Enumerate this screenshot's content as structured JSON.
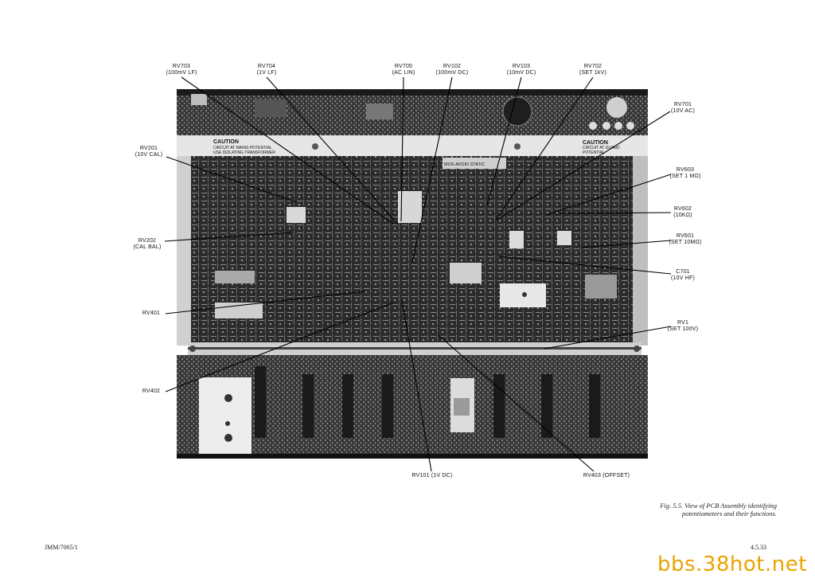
{
  "labels": {
    "rv703": {
      "name": "RV703",
      "func": "(100mV LF)"
    },
    "rv704": {
      "name": "RV704",
      "func": "(1V LF)"
    },
    "rv705": {
      "name": "RV705",
      "func": "(AC LIN)"
    },
    "rv102": {
      "name": "RV102",
      "func": "(100mV DC)"
    },
    "rv103": {
      "name": "RV103",
      "func": "(10mV DC)"
    },
    "rv702": {
      "name": "RV702",
      "func": "(SET 1kV)"
    },
    "rv701": {
      "name": "RV701",
      "func": "(10V AC)"
    },
    "rv201": {
      "name": "RV201",
      "func": "(10V CAL)"
    },
    "rv603": {
      "name": "RV603",
      "func": "(SET 1 MΩ)"
    },
    "rv602": {
      "name": "RV602",
      "func": "(10KΩ)"
    },
    "rv601": {
      "name": "RV601",
      "func": "(SET 10MΩ)"
    },
    "rv202": {
      "name": "RV202",
      "func": "(CAL BAL)"
    },
    "c701": {
      "name": "C701",
      "func": "(10V HF)"
    },
    "rv401": {
      "name": "RV401"
    },
    "rv1": {
      "name": "RV1",
      "func": "(SET 100V)"
    },
    "rv402": {
      "name": "RV402"
    },
    "rv101": {
      "name": "RV101 (1V DC)"
    },
    "rv403": {
      "name": "RV403 (OFFSET)"
    }
  },
  "photo_text": {
    "caution_left": "CAUTION",
    "caution_left_sub1": "CIRCUIT AT MAINS POTENTIAL",
    "caution_left_sub2": "USE ISOLATING TRANSFORMER",
    "caution_right": "CAUTION",
    "caution_right_sub1": "CIRCUIT AT GUARD",
    "caution_right_sub2": "POTENTIAL",
    "chip_label": "MOS-AVOID STATIC"
  },
  "caption": {
    "line1": "Fig. 5.5. View of PCB Assembly identifying",
    "line2": "potentiometers and their functions."
  },
  "footer": {
    "left": "JMM/7065/1",
    "right": "4.5.33"
  },
  "watermark": "bbs.38hot.net"
}
